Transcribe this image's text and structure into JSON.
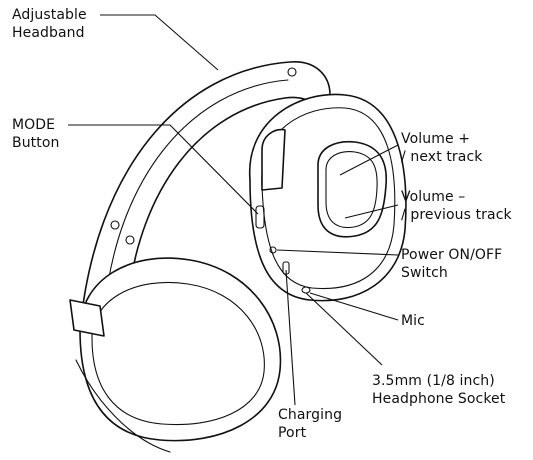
{
  "labels": {
    "adjustable_headband": [
      "Adjustable",
      "Headband"
    ],
    "mode_button": [
      "MODE",
      "Button"
    ],
    "volume_up": [
      "Volume +",
      "/ next track"
    ],
    "volume_down": [
      "Volume –",
      "/ previous track"
    ],
    "power_switch": [
      "Power ON/OFF",
      "Switch"
    ],
    "mic": [
      "Mic"
    ],
    "headphone_socket": [
      "3.5mm (1/8 inch)",
      "Headphone Socket"
    ],
    "charging_port": [
      "Charging",
      "Port"
    ]
  },
  "colors": {
    "line": "#111111",
    "background": "#ffffff"
  }
}
